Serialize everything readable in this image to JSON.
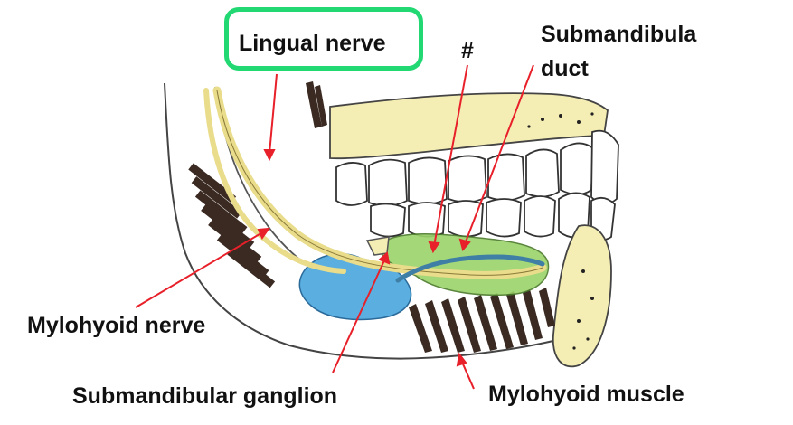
{
  "labels": {
    "lingual_nerve": "Lingual nerve",
    "hash_mark": "#",
    "submandibular_duct_line1": "Submandibula",
    "submandibular_duct_line2": "duct",
    "mylohyoid_nerve": "Mylohyoid nerve",
    "submandibular_ganglion": "Submandibular ganglion",
    "mylohyoid_muscle": "Mylohyoid muscle"
  },
  "colors": {
    "highlight_box": "#22d873",
    "leader_lines": "#e8202a",
    "nerve_fill": "#e9dc8a",
    "gland_blue": "#5aaee0",
    "gland_green": "#9bd36a",
    "duct": "#3f7fa6",
    "muscle_stripes": "#3a2a22",
    "outline": "#333333"
  }
}
